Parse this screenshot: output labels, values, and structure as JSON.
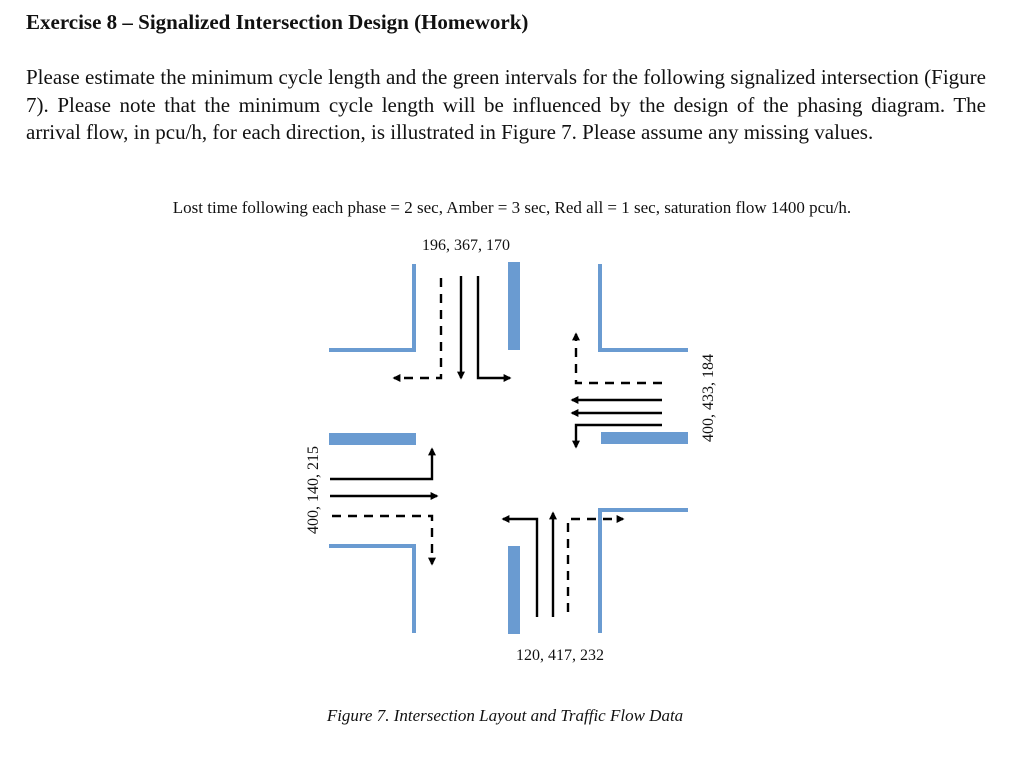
{
  "header": {
    "title": "Exercise 8 – Signalized Intersection Design (Homework)"
  },
  "problem": {
    "text": "Please estimate the minimum cycle length and the green intervals for the following signalized intersection (Figure 7). Please note that the minimum cycle length will be influenced by the design of the phasing diagram. The arrival flow, in pcu/h, for each direction, is illustrated in Figure 7. Please assume any missing values."
  },
  "given": {
    "text": "Lost time following each phase = 2 sec, Amber = 3 sec, Red all = 1 sec, saturation flow 1400 pcu/h."
  },
  "figure": {
    "flows": {
      "north": "196, 367, 170",
      "east": "400, 433, 184",
      "west": "400, 140, 215",
      "south": "120, 417, 232"
    },
    "caption": "Figure 7. Intersection Layout and Traffic Flow Data",
    "colors": {
      "road": "#6a9bd1",
      "arrow": "#000000"
    }
  }
}
